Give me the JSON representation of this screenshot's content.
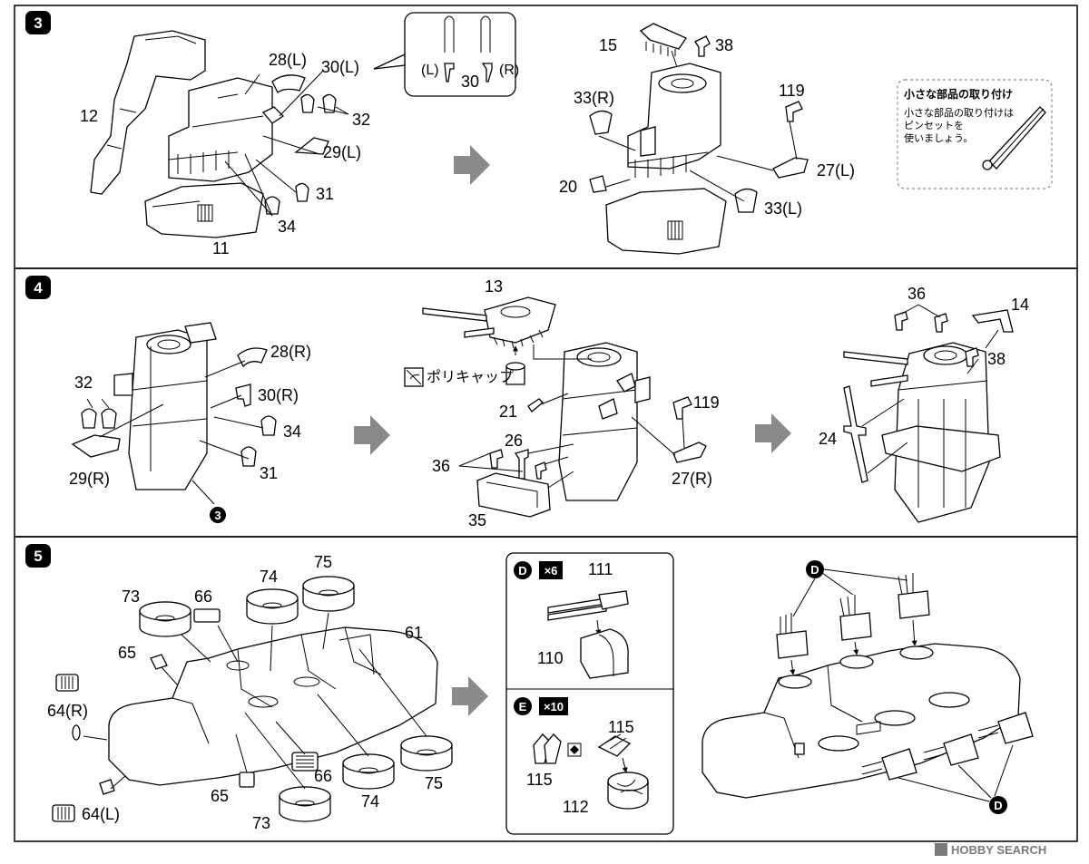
{
  "steps": [
    {
      "number": "3"
    },
    {
      "number": "4"
    },
    {
      "number": "5"
    }
  ],
  "step3": {
    "labels": {
      "p12": "12",
      "p11": "11",
      "p28l": "28(L)",
      "p30l": "30(L)",
      "p32": "32",
      "p29l": "29(L)",
      "p31": "31",
      "p34": "34",
      "p15": "15",
      "p38": "38",
      "p33r": "33(R)",
      "p119": "119",
      "p20": "20",
      "p27l": "27(L)",
      "p33l": "33(L)"
    },
    "callout": {
      "left": "(L)",
      "num": "30",
      "right": "(R)"
    },
    "tip": {
      "title": "小さな部品の取り付け",
      "lines": [
        "小さな部品の取り付けは",
        "ピンセットを",
        "使いましょう。"
      ]
    }
  },
  "step4": {
    "labels": {
      "p28r": "28(R)",
      "p30r": "30(R)",
      "p32": "32",
      "p34": "34",
      "p29r": "29(R)",
      "p31": "31",
      "ref3": "3",
      "p13": "13",
      "polycap": "ポリキャップ",
      "p21": "21",
      "p119": "119",
      "p26": "26",
      "p36a": "36",
      "p27r": "27(R)",
      "p35": "35",
      "p36b": "36",
      "p14": "14",
      "p38": "38",
      "p24": "24"
    }
  },
  "step5": {
    "labels": {
      "p73a": "73",
      "p66a": "66",
      "p74a": "74",
      "p75a": "75",
      "p61": "61",
      "p65a": "65",
      "p64r": "64(R)",
      "p64l": "64(L)",
      "p65b": "65",
      "p73b": "73",
      "p66b": "66",
      "p74b": "74",
      "p75b": "75"
    },
    "subD": {
      "badge": "D",
      "count": "×6",
      "p111": "111",
      "p110": "110"
    },
    "subE": {
      "badge": "E",
      "count": "×10",
      "p115a": "115",
      "p115b": "115",
      "p112": "112"
    },
    "result": {
      "d_top": "D",
      "d_bottom": "D"
    }
  },
  "watermark": "HOBBY SEARCH",
  "colors": {
    "badge": "#000000",
    "flow_arrow": "#8a8a8a",
    "line": "#000000"
  }
}
